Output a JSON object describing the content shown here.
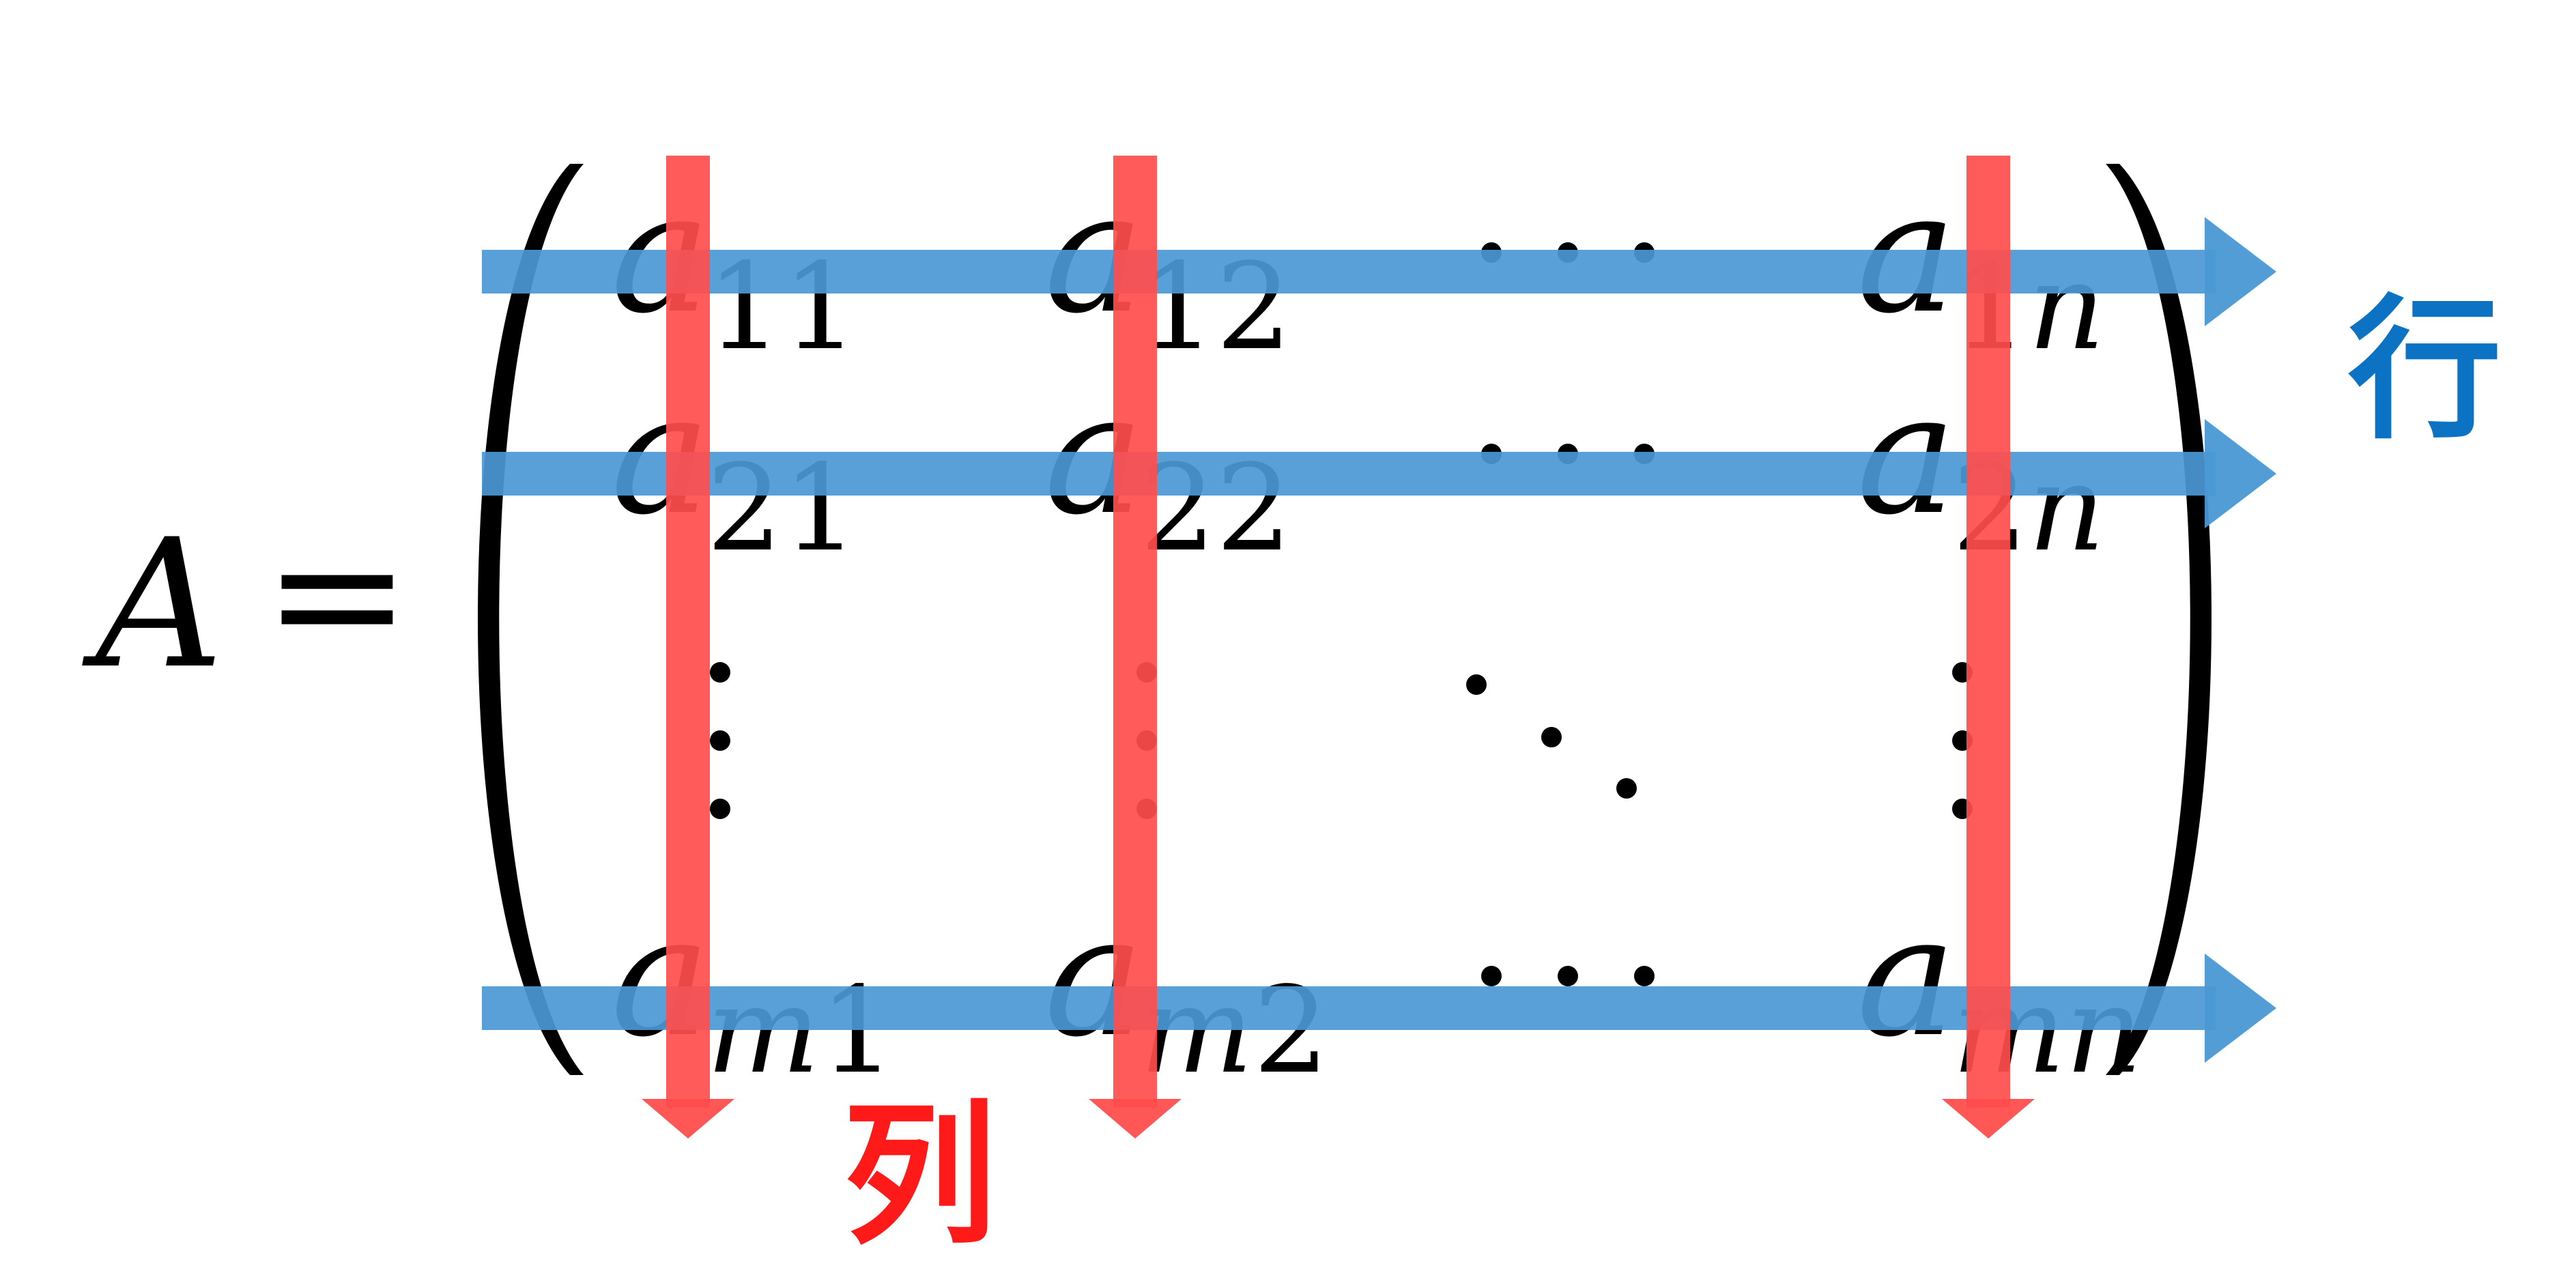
{
  "equation": {
    "lhs_symbol": "A",
    "equals_sign": "="
  },
  "matrix": {
    "entries": [
      [
        {
          "kind": "element",
          "base": "a",
          "sub_parts": [
            [
              "1",
              "upright"
            ],
            [
              "1",
              "upright"
            ]
          ]
        },
        {
          "kind": "element",
          "base": "a",
          "sub_parts": [
            [
              "1",
              "upright"
            ],
            [
              "2",
              "upright"
            ]
          ]
        },
        {
          "kind": "hdots"
        },
        {
          "kind": "element",
          "base": "a",
          "sub_parts": [
            [
              "1",
              "upright"
            ],
            [
              "n",
              "italic"
            ]
          ]
        }
      ],
      [
        {
          "kind": "element",
          "base": "a",
          "sub_parts": [
            [
              "2",
              "upright"
            ],
            [
              "1",
              "upright"
            ]
          ]
        },
        {
          "kind": "element",
          "base": "a",
          "sub_parts": [
            [
              "2",
              "upright"
            ],
            [
              "2",
              "upright"
            ]
          ]
        },
        {
          "kind": "hdots"
        },
        {
          "kind": "element",
          "base": "a",
          "sub_parts": [
            [
              "2",
              "upright"
            ],
            [
              "n",
              "italic"
            ]
          ]
        }
      ],
      [
        {
          "kind": "vdots"
        },
        {
          "kind": "vdots"
        },
        {
          "kind": "ddots"
        },
        {
          "kind": "vdots"
        }
      ],
      [
        {
          "kind": "element",
          "base": "a",
          "sub_parts": [
            [
              "m",
              "italic"
            ],
            [
              "1",
              "upright"
            ]
          ]
        },
        {
          "kind": "element",
          "base": "a",
          "sub_parts": [
            [
              "m",
              "italic"
            ],
            [
              "2",
              "upright"
            ]
          ]
        },
        {
          "kind": "hdots"
        },
        {
          "kind": "element",
          "base": "a",
          "sub_parts": [
            [
              "m",
              "italic"
            ],
            [
              "n",
              "italic"
            ]
          ]
        }
      ]
    ]
  },
  "row_arrows": {
    "color": "#4A98D4",
    "label": "行",
    "label_color": "#0B72C4"
  },
  "column_arrows": {
    "color": "#FF4D4D",
    "label": "列",
    "label_color": "#FF1A1A"
  }
}
